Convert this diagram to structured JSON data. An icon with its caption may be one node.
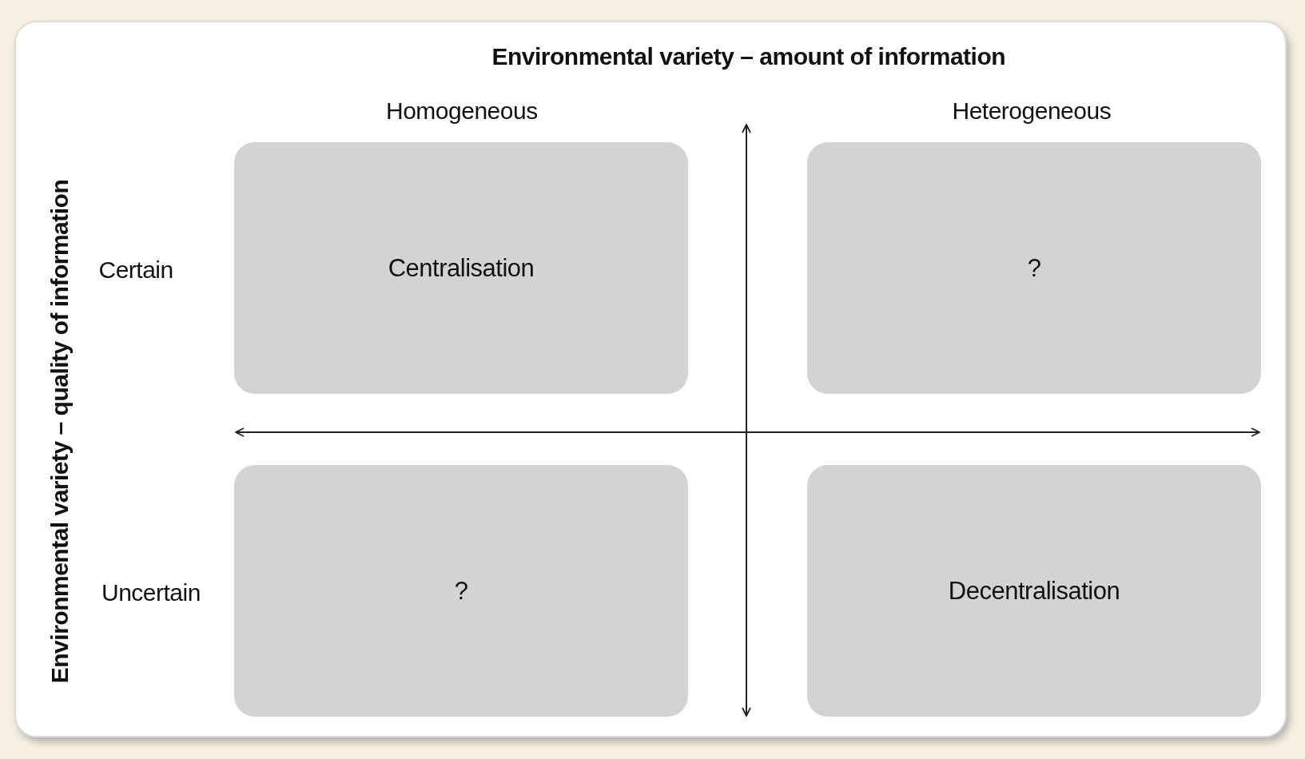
{
  "diagram": {
    "nodes": [
      {
        "text": [
          "Centralisation"
        ]
      },
      {
        "text": [
          "?"
        ]
      },
      {
        "text": [
          "?"
        ]
      },
      {
        "text": [
          "Decentralisation"
        ]
      }
    ],
    "labels": [
      "Environmental variety – amount of information",
      "Homogeneous",
      "Heterogeneous",
      "Environmental variety – quality of information",
      "Certain",
      "Uncertain"
    ]
  }
}
